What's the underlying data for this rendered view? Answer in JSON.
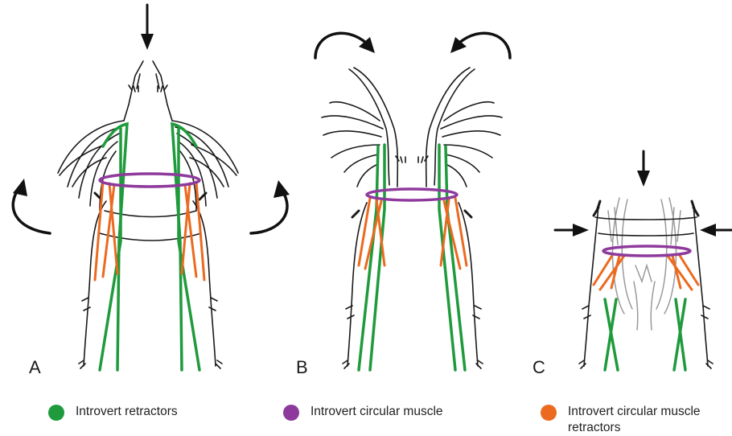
{
  "panels": [
    {
      "label": "A"
    },
    {
      "label": "B"
    },
    {
      "label": "C"
    }
  ],
  "legend": [
    {
      "label": "Introvert retractors",
      "color": "#1f9a3c"
    },
    {
      "label": "Introvert circular muscle",
      "color": "#8e3a9c"
    },
    {
      "label": "Introvert circular muscle retractors",
      "color": "#ec6a1f"
    }
  ],
  "colors": {
    "outline": "#1a1a1a",
    "retracted_outline": "#9a9a9a"
  }
}
